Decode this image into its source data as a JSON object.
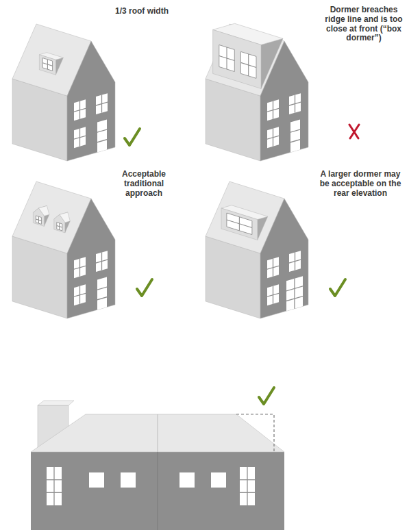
{
  "diagram": {
    "labels": [
      "1/3 roof width",
      "Dormer breaches ridge line and is too close at front (“box dormer”)",
      "Acceptable traditional approach",
      "A larger dormer may be acceptable on the rear elevation"
    ]
  }
}
